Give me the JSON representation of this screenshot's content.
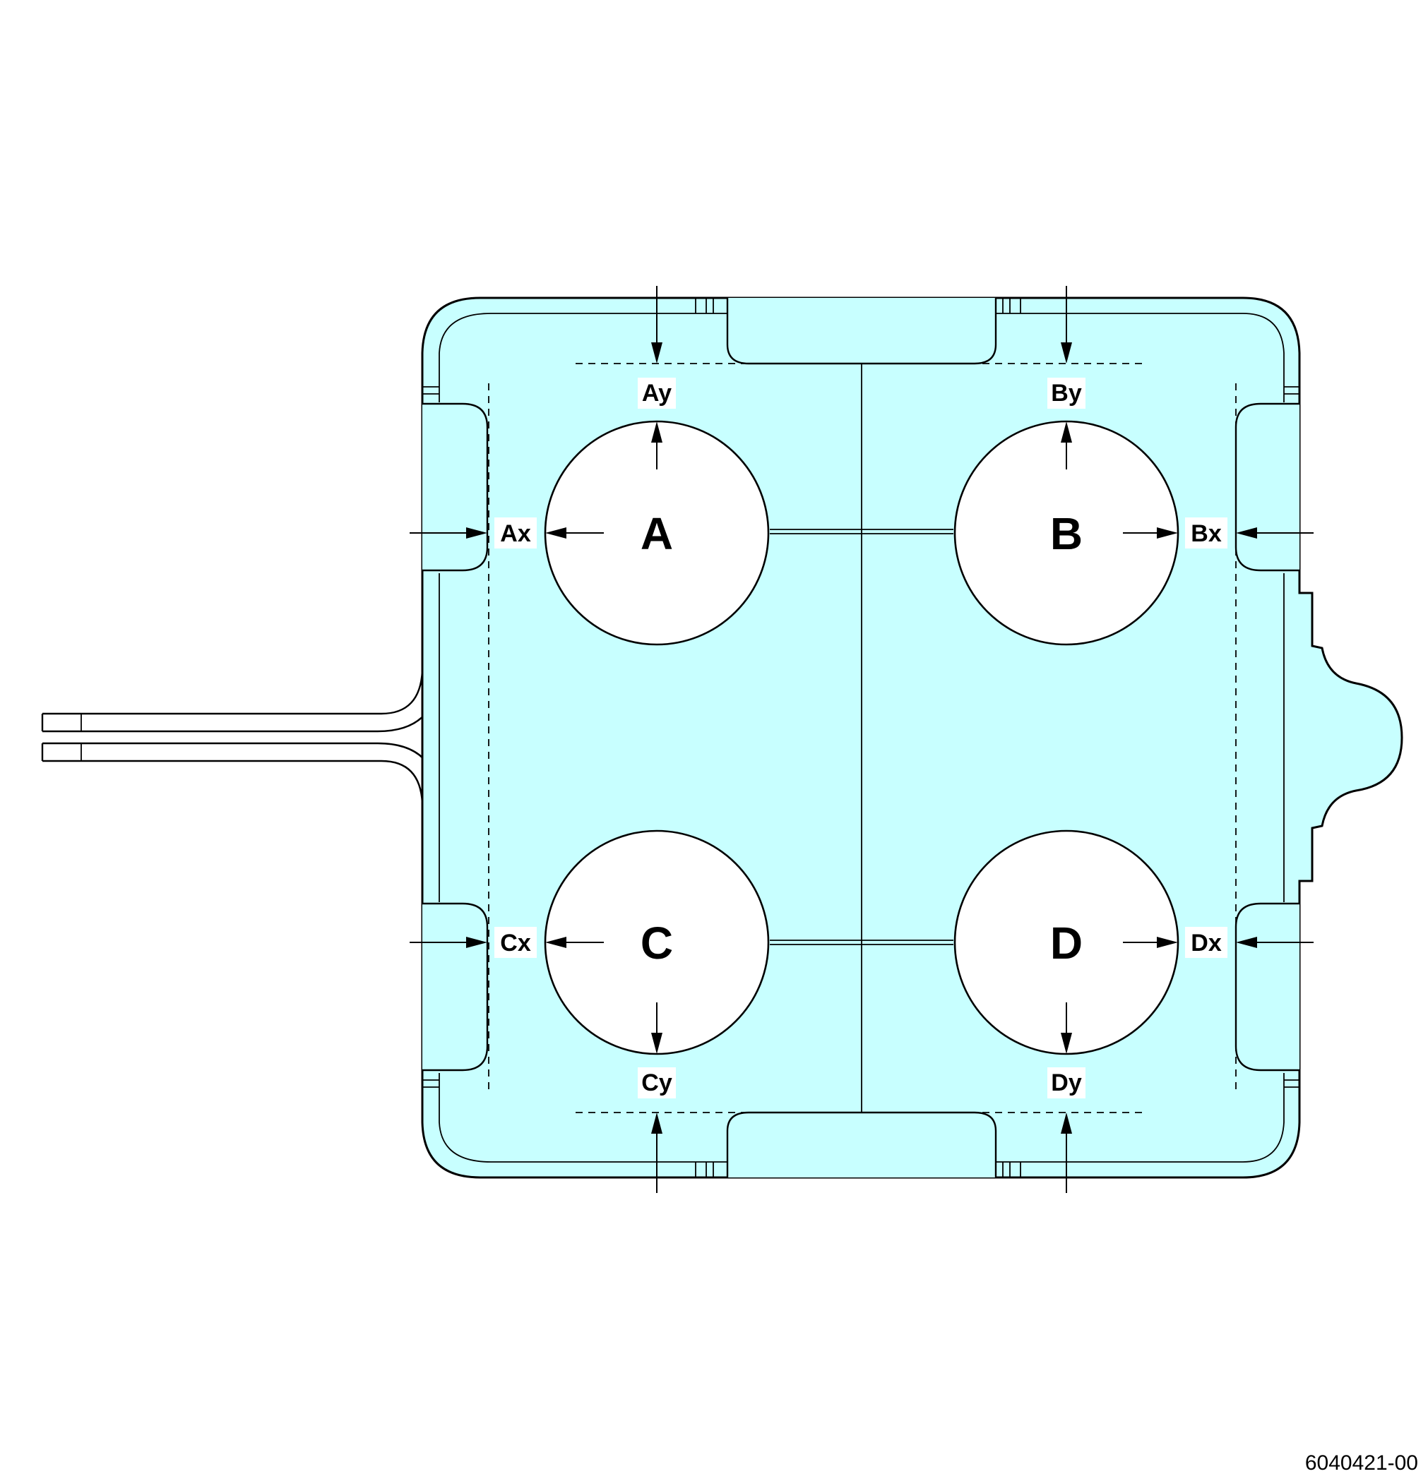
{
  "drawing": {
    "reference_number": "6040421-00",
    "colors": {
      "module_fill": "#c8ffff",
      "stroke": "#000000",
      "hole_fill": "#ffffff"
    }
  },
  "leds": {
    "A": {
      "label": "A",
      "dim_x": "Ax",
      "dim_y": "Ay"
    },
    "B": {
      "label": "B",
      "dim_x": "Bx",
      "dim_y": "By"
    },
    "C": {
      "label": "C",
      "dim_x": "Cx",
      "dim_y": "Cy"
    },
    "D": {
      "label": "D",
      "dim_x": "Dx",
      "dim_y": "Dy"
    }
  }
}
